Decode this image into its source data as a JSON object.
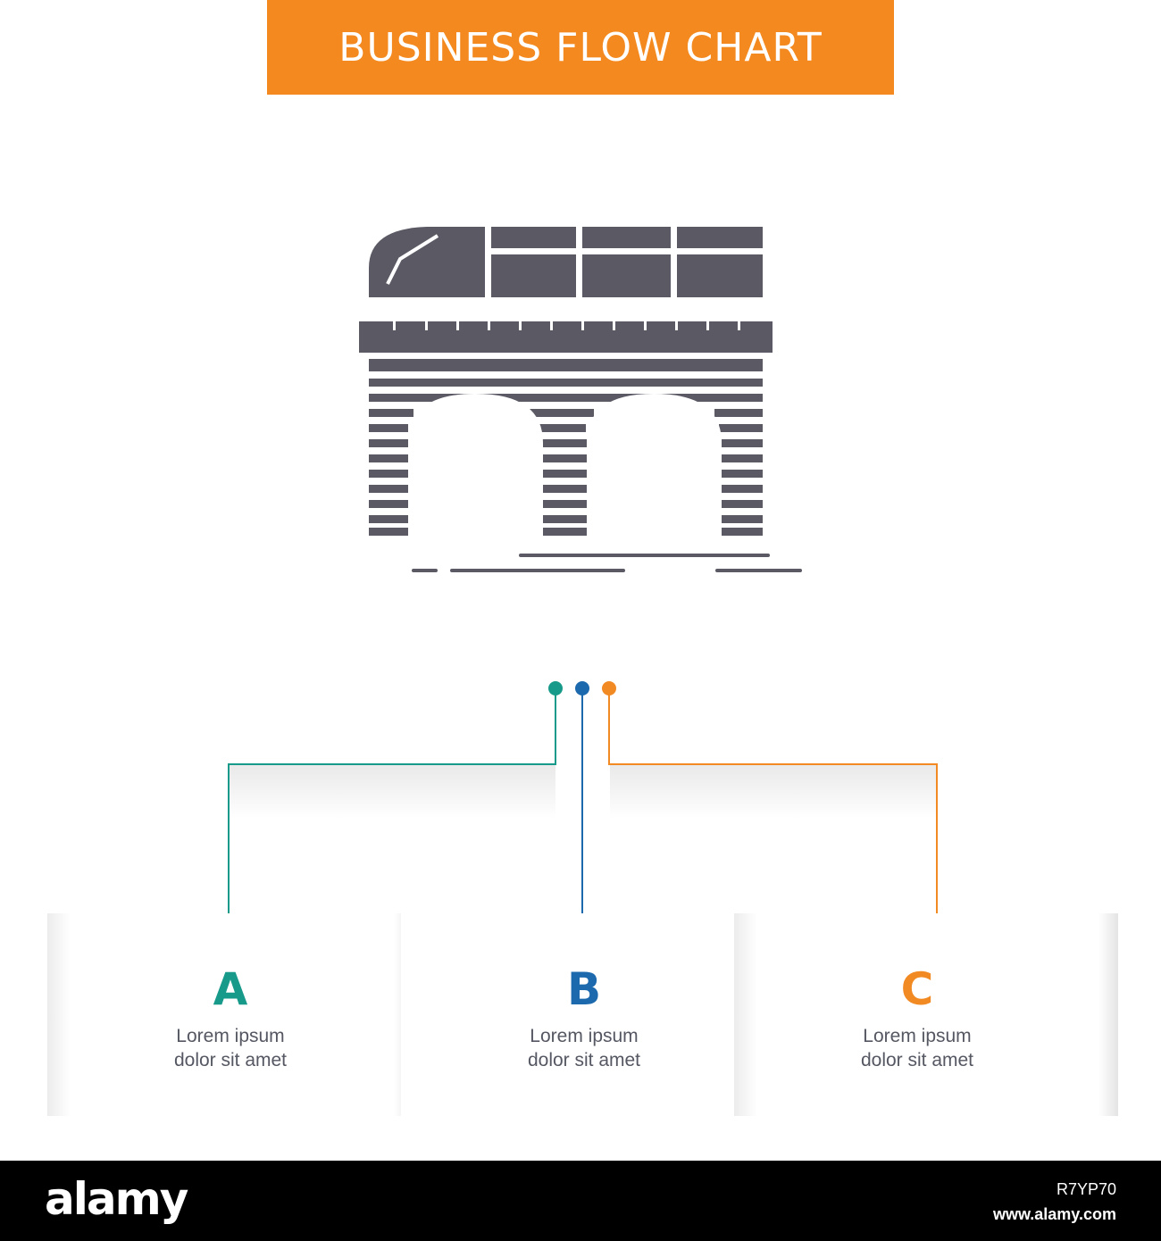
{
  "header": {
    "title": "BUSINESS FLOW CHART"
  },
  "illustration": {
    "icon": "elevated-train-bridge-icon"
  },
  "colors": {
    "banner": "#f4891f",
    "icon": "#5a5964",
    "a": "#189a8a",
    "b": "#1d69ad",
    "c": "#f28a23",
    "text": "#555762"
  },
  "steps": [
    {
      "letter": "A",
      "line1": "Lorem ipsum",
      "line2": "dolor sit amet"
    },
    {
      "letter": "B",
      "line1": "Lorem ipsum",
      "line2": "dolor sit amet"
    },
    {
      "letter": "C",
      "line1": "Lorem ipsum",
      "line2": "dolor sit amet"
    }
  ],
  "footer": {
    "brand": "alamy",
    "image_id": "R7YP70",
    "url": "www.alamy.com"
  }
}
